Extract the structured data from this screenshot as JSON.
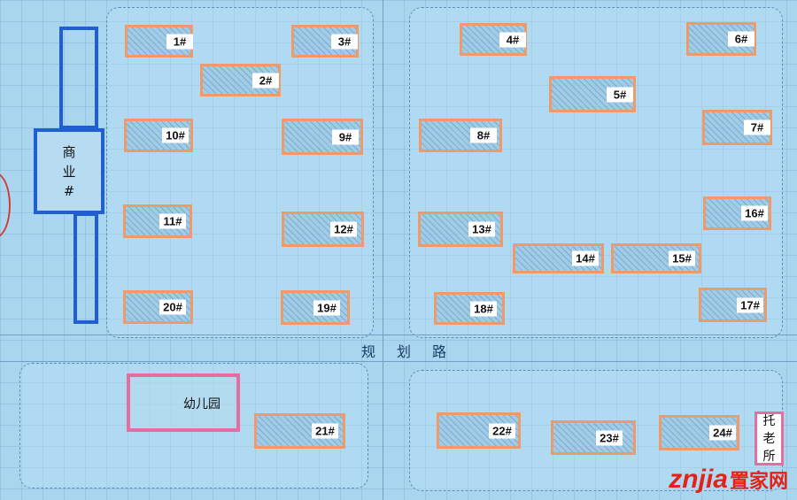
{
  "buildings": [
    {
      "id": "b1",
      "label": "1#"
    },
    {
      "id": "b2",
      "label": "2#"
    },
    {
      "id": "b3",
      "label": "3#"
    },
    {
      "id": "b4",
      "label": "4#"
    },
    {
      "id": "b5",
      "label": "5#"
    },
    {
      "id": "b6",
      "label": "6#"
    },
    {
      "id": "b7",
      "label": "7#"
    },
    {
      "id": "b8",
      "label": "8#"
    },
    {
      "id": "b9",
      "label": "9#"
    },
    {
      "id": "b10",
      "label": "10#"
    },
    {
      "id": "b11",
      "label": "11#"
    },
    {
      "id": "b12",
      "label": "12#"
    },
    {
      "id": "b13",
      "label": "13#"
    },
    {
      "id": "b14",
      "label": "14#"
    },
    {
      "id": "b15",
      "label": "15#"
    },
    {
      "id": "b16",
      "label": "16#"
    },
    {
      "id": "b17",
      "label": "17#"
    },
    {
      "id": "b18",
      "label": "18#"
    },
    {
      "id": "b19",
      "label": "19#"
    },
    {
      "id": "b20",
      "label": "20#"
    },
    {
      "id": "b21",
      "label": "21#"
    },
    {
      "id": "b22",
      "label": "22#"
    },
    {
      "id": "b23",
      "label": "23#"
    },
    {
      "id": "b24",
      "label": "24#"
    }
  ],
  "commercial": {
    "line1": "商",
    "line2": "业",
    "line3": "#"
  },
  "kindergarten": {
    "label": "幼儿园"
  },
  "elderly_care": {
    "line1": "托",
    "line2": "老",
    "line3": "所"
  },
  "road": {
    "name": "规划路"
  },
  "watermark": {
    "latin": "znjia",
    "cn": "置家网"
  },
  "colors": {
    "background": "#a9d6ee",
    "building_border": "#ef9a6a",
    "commercial_border": "#1f5fd1",
    "kindergarten_border": "#e36fa0",
    "watermark": "#e2231a"
  }
}
